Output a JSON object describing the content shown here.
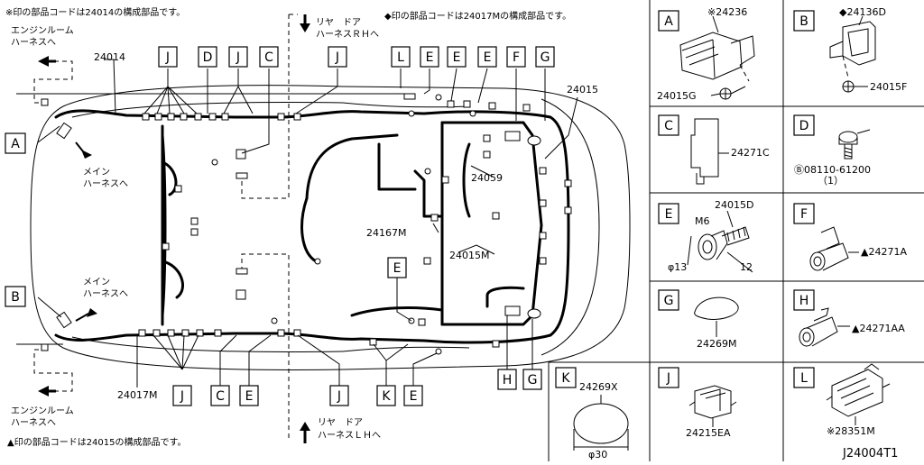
{
  "notes": {
    "note1": "※印の部品コードは24014の構成部品です。",
    "note2": "◆印の部品コードは24017Mの構成部品です。",
    "note3": "▲印の部品コードは24015の構成部品です。"
  },
  "direction_labels": {
    "engine_top_1": "エンジンルーム",
    "engine_top_2": "ハーネスへ",
    "main_a_1": "メイン",
    "main_a_2": "ハーネスへ",
    "rear_rh_1": "リヤ　ドア",
    "rear_rh_2": "ハーネスＲＨへ",
    "main_b_1": "メイン",
    "main_b_2": "ハーネスへ",
    "engine_bot_1": "エンジンルーム",
    "engine_bot_2": "ハーネスへ",
    "rear_lh_1": "リヤ　ドア",
    "rear_lh_2": "ハーネスＬＨへ"
  },
  "part_numbers": {
    "p24014": "24014",
    "p24015": "24015",
    "p24059": "24059",
    "p24167m": "24167M",
    "p24015m": "24015M",
    "p24017m": "24017M"
  },
  "callouts": {
    "top": [
      "J",
      "D",
      "J",
      "C",
      "J",
      "L",
      "E",
      "E",
      "E",
      "F",
      "G"
    ],
    "side_a": "A",
    "side_b": "B",
    "mid_e": "E",
    "bottom": [
      "J",
      "C",
      "E",
      "J",
      "K",
      "E"
    ],
    "bottom_h": "H",
    "bottom_g": "G"
  },
  "detail_panels": {
    "A": {
      "letter": "A",
      "parts": [
        "※24236",
        "24015G"
      ]
    },
    "B": {
      "letter": "B",
      "parts": [
        "◆24136D",
        "24015F"
      ]
    },
    "C": {
      "letter": "C",
      "parts": [
        "24271C"
      ]
    },
    "D": {
      "letter": "D",
      "parts": [
        "Ⓑ08110-61200",
        "（1）"
      ]
    },
    "E": {
      "letter": "E",
      "parts": [
        "24015D",
        "M6",
        "φ13",
        "12"
      ]
    },
    "F": {
      "letter": "F",
      "parts": [
        "▲24271A"
      ]
    },
    "G": {
      "letter": "G",
      "parts": [
        "24269M"
      ]
    },
    "H": {
      "letter": "H",
      "parts": [
        "▲24271AA"
      ]
    },
    "K": {
      "letter": "K",
      "parts": [
        "24269X",
        "φ30"
      ]
    },
    "J": {
      "letter": "J",
      "parts": [
        "24215EA"
      ]
    },
    "L": {
      "letter": "L",
      "parts": [
        "※28351M"
      ]
    }
  },
  "diagram_id": "J24004T1"
}
